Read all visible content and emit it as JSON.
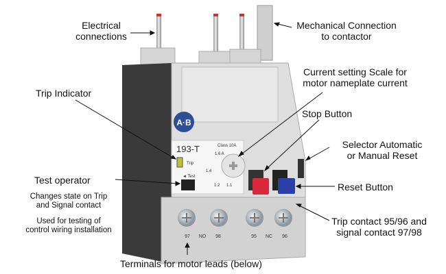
{
  "labels": {
    "electrical_connections": [
      "Electrical",
      "connections"
    ],
    "mechanical_connection": [
      "Mechanical Connection",
      "to contactor"
    ],
    "current_setting": [
      "Current setting Scale for",
      "motor nameplate current"
    ],
    "trip_indicator": "Trip Indicator",
    "stop_button": "Stop Button",
    "selector": [
      "Selector Automatic",
      "or Manual Reset"
    ],
    "test_operator": "Test operator",
    "test_note_1": [
      "Changes state on Trip",
      "and Signal contact"
    ],
    "test_note_2": [
      "Used for testing of",
      "control wiring installation"
    ],
    "reset_button": "Reset Button",
    "trip_contact": [
      "Trip contact 95/96 and",
      "signal contact 97/98"
    ],
    "terminals": "Terminals for motor leads (below)"
  },
  "device": {
    "brand_logo": "A-B",
    "model": "193-T",
    "trip_text": "Trip",
    "test_text": "◄ Test",
    "class_text": "Class 10A",
    "scale": {
      "max": "1.6 A",
      "v1": "1.4",
      "v2": "1.2",
      "v3": "1.1"
    },
    "terminal_labels": [
      "97",
      "NO",
      "98",
      "95",
      "NC",
      "96"
    ]
  },
  "colors": {
    "stop": "#d9283a",
    "reset": "#2a3fa8",
    "body": "#d8d8d8",
    "dark": "#3a3a3a",
    "trip_indicator": "#b8c23a"
  }
}
